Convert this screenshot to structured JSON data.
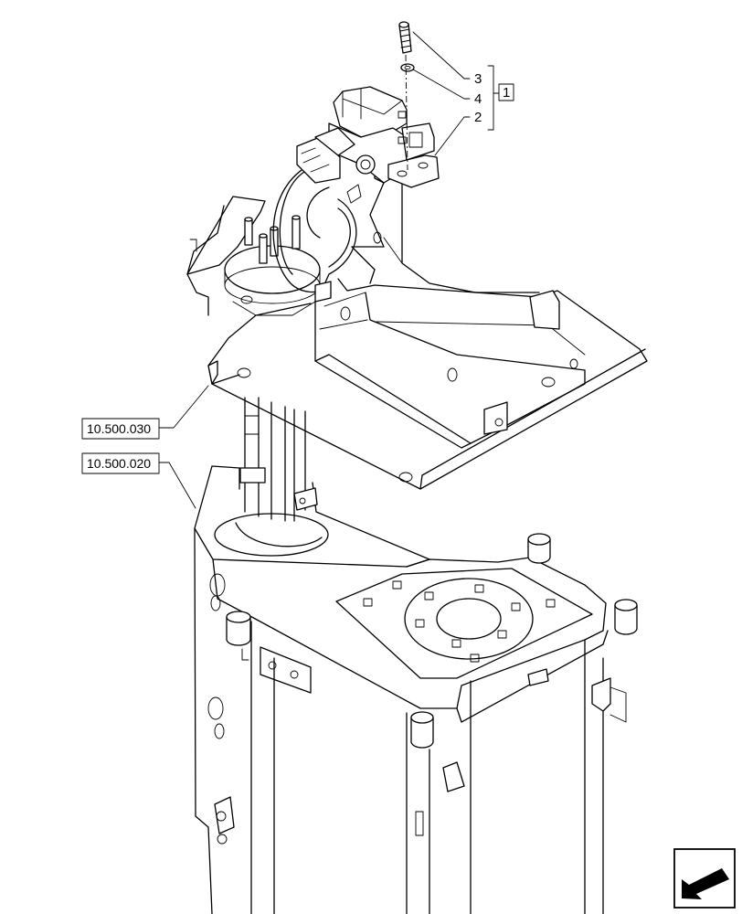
{
  "callouts": {
    "item_3": "3",
    "item_4": "4",
    "item_2": "2",
    "kit": "1"
  },
  "references": {
    "upper_frame": "10.500.030",
    "lower_frame": "10.500.020"
  },
  "icons": {
    "orientation": "orientation-arrow-icon"
  }
}
